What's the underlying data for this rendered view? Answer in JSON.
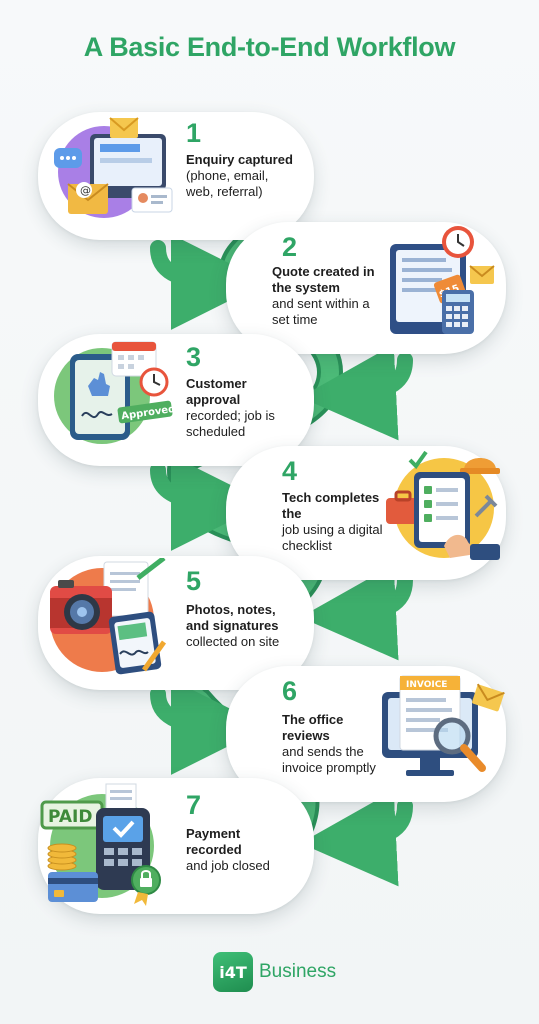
{
  "title": "A Basic End-to-End Workflow",
  "steps": [
    {
      "number": "1",
      "bold": "Enquiry captured",
      "rest": "(phone, email, web, referral)"
    },
    {
      "number": "2",
      "bold": "Quote created in the system",
      "rest": "and sent within a set time",
      "tag": "$15"
    },
    {
      "number": "3",
      "bold": "Customer approval",
      "rest": "recorded; job is scheduled",
      "tag": "Approved"
    },
    {
      "number": "4",
      "bold": "Tech completes the",
      "rest": "job using a digital checklist"
    },
    {
      "number": "5",
      "bold": "Photos, notes, and signatures",
      "rest": "collected on site"
    },
    {
      "number": "6",
      "bold": "The office reviews",
      "rest": "and sends the invoice promptly",
      "tag": "INVOICE"
    },
    {
      "number": "7",
      "bold": "Payment recorded",
      "rest": "and job closed",
      "tag": "PAID"
    }
  ],
  "brand": {
    "badge": "i4T",
    "name": "Business"
  },
  "colors": {
    "accent": "#2fa565",
    "ribbon": "#3dae6b",
    "ribbon_dark": "#268a52"
  }
}
